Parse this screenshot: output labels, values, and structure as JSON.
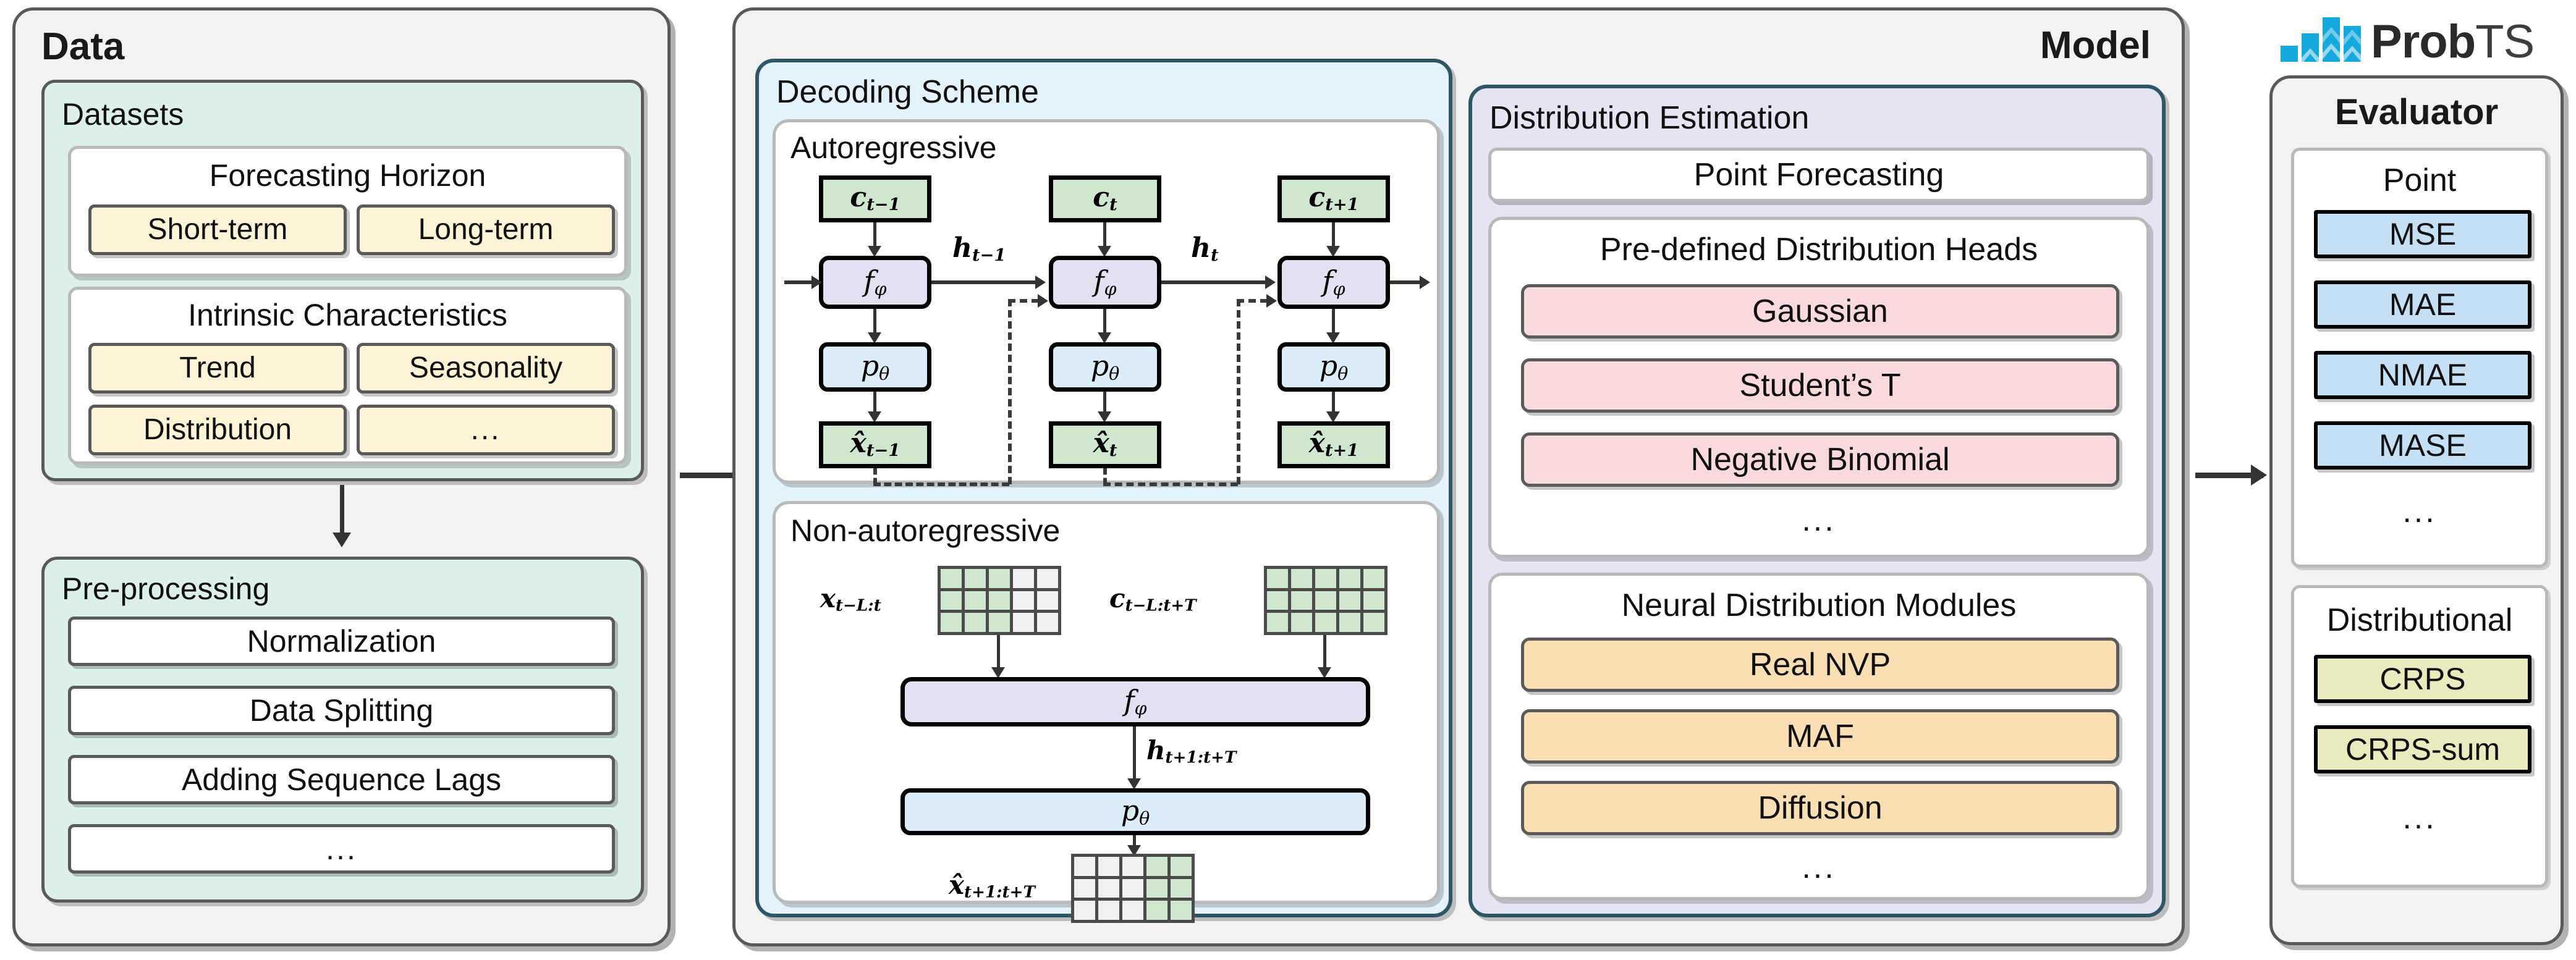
{
  "data_panel": {
    "title": "Data",
    "datasets": {
      "title": "Datasets",
      "forecasting_horizon": {
        "title": "Forecasting Horizon",
        "items": [
          "Short-term",
          "Long-term"
        ]
      },
      "intrinsic_characteristics": {
        "title": "Intrinsic Characteristics",
        "items": [
          "Trend",
          "Seasonality",
          "Distribution",
          "..."
        ]
      }
    },
    "preprocessing": {
      "title": "Pre-processing",
      "items": [
        "Normalization",
        "Data Splitting",
        "Adding Sequence Lags",
        "..."
      ]
    }
  },
  "model_panel": {
    "title": "Model",
    "decoding_scheme": {
      "title": "Decoding Scheme",
      "autoregressive": {
        "title": "Autoregressive",
        "context_labels": [
          "c",
          "c",
          "c"
        ],
        "context_subs": [
          "t−1",
          "t",
          "t+1"
        ],
        "encoder_label": "f",
        "encoder_sub": "φ",
        "decoder_label": "p",
        "decoder_sub": "θ",
        "hidden_labels": [
          "h",
          "h"
        ],
        "hidden_subs": [
          "t−1",
          "t"
        ],
        "output_label": "x",
        "output_subs": [
          "t−1",
          "t",
          "t+1"
        ]
      },
      "non_autoregressive": {
        "title": "Non-autoregressive",
        "input_label": "x",
        "input_sub": "t−L:t",
        "context_label": "c",
        "context_sub": "t−L:t+T",
        "encoder_label": "f",
        "encoder_sub": "φ",
        "hidden_label": "h",
        "hidden_sub": "t+1:t+T",
        "decoder_label": "p",
        "decoder_sub": "θ",
        "output_label": "x",
        "output_sub": "t+1:t+T",
        "grid_cols": 5,
        "grid_rows": 3,
        "input_grid_green_cols": 3,
        "context_grid_green_cols": 5,
        "output_grid_green_cols": 2
      }
    },
    "distribution_estimation": {
      "title": "Distribution Estimation",
      "point_forecasting": "Point Forecasting",
      "predefined_heads": {
        "title": "Pre-defined Distribution Heads",
        "items": [
          "Gaussian",
          "Student’s T",
          "Negative Binomial"
        ],
        "more": "..."
      },
      "neural_modules": {
        "title": "Neural Distribution Modules",
        "items": [
          "Real NVP",
          "MAF",
          "Diffusion"
        ],
        "more": "..."
      }
    }
  },
  "evaluator_panel": {
    "title": "Evaluator",
    "point": {
      "title": "Point",
      "items": [
        "MSE",
        "MAE",
        "NMAE",
        "MASE"
      ],
      "more": "..."
    },
    "distributional": {
      "title": "Distributional",
      "items": [
        "CRPS",
        "CRPS-sum"
      ],
      "more": "..."
    }
  },
  "logo": {
    "name_bold": "Prob",
    "name_light": "TS",
    "bar_heights": [
      26,
      46,
      72,
      58
    ],
    "color": "#14a8dc"
  },
  "colors": {
    "panel_bg": "#f2f2f2",
    "panel_border": "#595959",
    "mint": "#ddefe9",
    "light_blue_region": "#e3f2fb",
    "lavender_region": "#e5e4f2",
    "region_border": "#2e5666",
    "cream": "#fdf3d7",
    "pink": "#fadadd",
    "peach": "#fbdfb4",
    "blue_chip": "#c5dff5",
    "olive_chip": "#eaeabf",
    "green_block": "#cfe7cf",
    "lavender_block": "#e3e0f2",
    "lightblue_block": "#dcedfa"
  }
}
